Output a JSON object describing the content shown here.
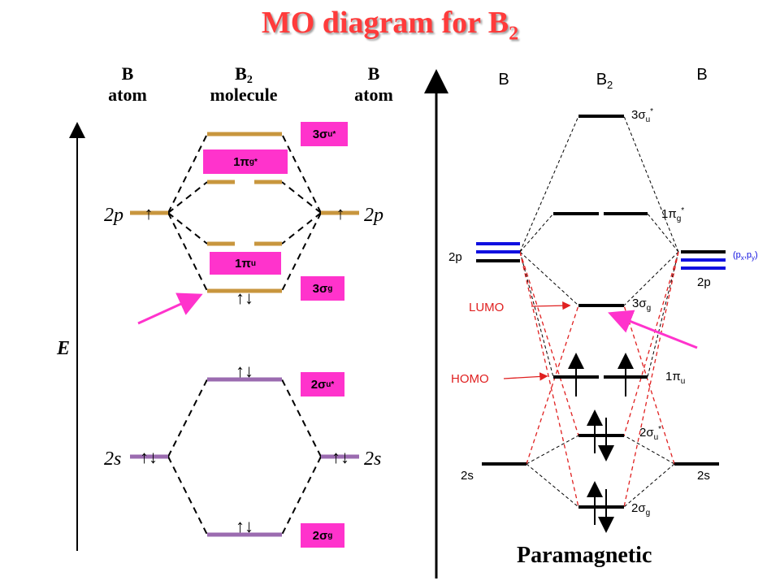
{
  "title": {
    "text": "MO diagram for B",
    "sub": "2"
  },
  "left_panel": {
    "header_left": [
      "B",
      "atom"
    ],
    "header_mid": [
      "B",
      "2",
      "molecule"
    ],
    "header_right": [
      "B",
      "atom"
    ],
    "energy_axis": "E",
    "label_2p": "2p",
    "label_2s": "2s",
    "arrow_up": "↑",
    "arrow_pair": "↑↓",
    "tags": [
      {
        "base": "3σ",
        "sub": "u",
        "sup": "*"
      },
      {
        "base": "1π",
        "sub": "g",
        "sup": "*"
      },
      {
        "base": "1π",
        "sub": "u",
        "sup": ""
      },
      {
        "base": "3σ",
        "sub": "g",
        "sup": ""
      },
      {
        "base": "2σ",
        "sub": "u",
        "sup": "*"
      },
      {
        "base": "2σ",
        "sub": "g",
        "sup": ""
      }
    ]
  },
  "right_panel": {
    "header_left": "B",
    "header_mid": "B",
    "header_mid_sub": "2",
    "header_right": "B",
    "left_2p": "2p",
    "right_2p": "2p",
    "pxpy": {
      "text": "(p",
      "sub1": "x",
      "mid": ",p",
      "sub2": "y",
      "end": ")"
    },
    "left_2s": "2s",
    "right_2s": "2s",
    "lumo": "LUMO",
    "homo": "HOMO",
    "mo_labels": [
      {
        "base": "3σ",
        "sub": "u",
        "sup": "*"
      },
      {
        "base": "1π",
        "sub": "g",
        "sup": "*"
      },
      {
        "base": "3σ",
        "sub": "g",
        "sup": ""
      },
      {
        "base": "1π",
        "sub": "u",
        "sup": ""
      },
      {
        "base": "2σ",
        "sub": "u",
        "sup": "*"
      },
      {
        "base": "2σ",
        "sub": "g",
        "sup": ""
      }
    ]
  },
  "footer": "Paramagnetic",
  "colors": {
    "gold": "#c8963e",
    "purple": "#9b6bb0",
    "pink": "#ff33cc",
    "red": "#e02020",
    "blue": "#1010e0",
    "title": "#ff3b3b"
  }
}
